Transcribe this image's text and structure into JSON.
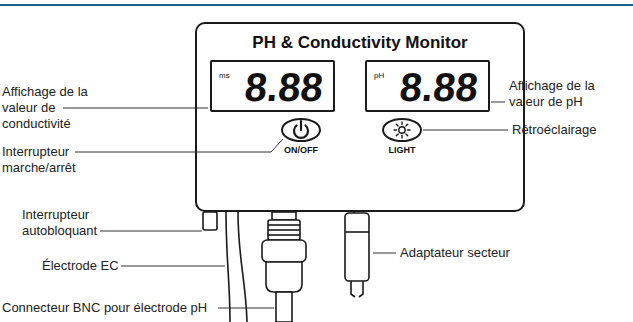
{
  "diagram": {
    "nodes": [
      {
        "text": [
          "PH & Conductivity Monitor"
        ]
      },
      {
        "text": [
          "ms",
          "8.88"
        ],
        "in": 0
      },
      {
        "text": [
          "pH",
          "8.88"
        ],
        "in": 0
      }
    ],
    "labels": [
      "Affichage de la valeur de conductivité",
      "Affichage de la valeur de pH",
      "Interrupteur marche/arrêt",
      "Rétroéclairage",
      "ON/OFF",
      "LIGHT",
      "Interrupteur autobloquant",
      "Adaptateur secteur",
      "Électrode EC",
      "Connecteur BNC pour électrode pH"
    ]
  }
}
